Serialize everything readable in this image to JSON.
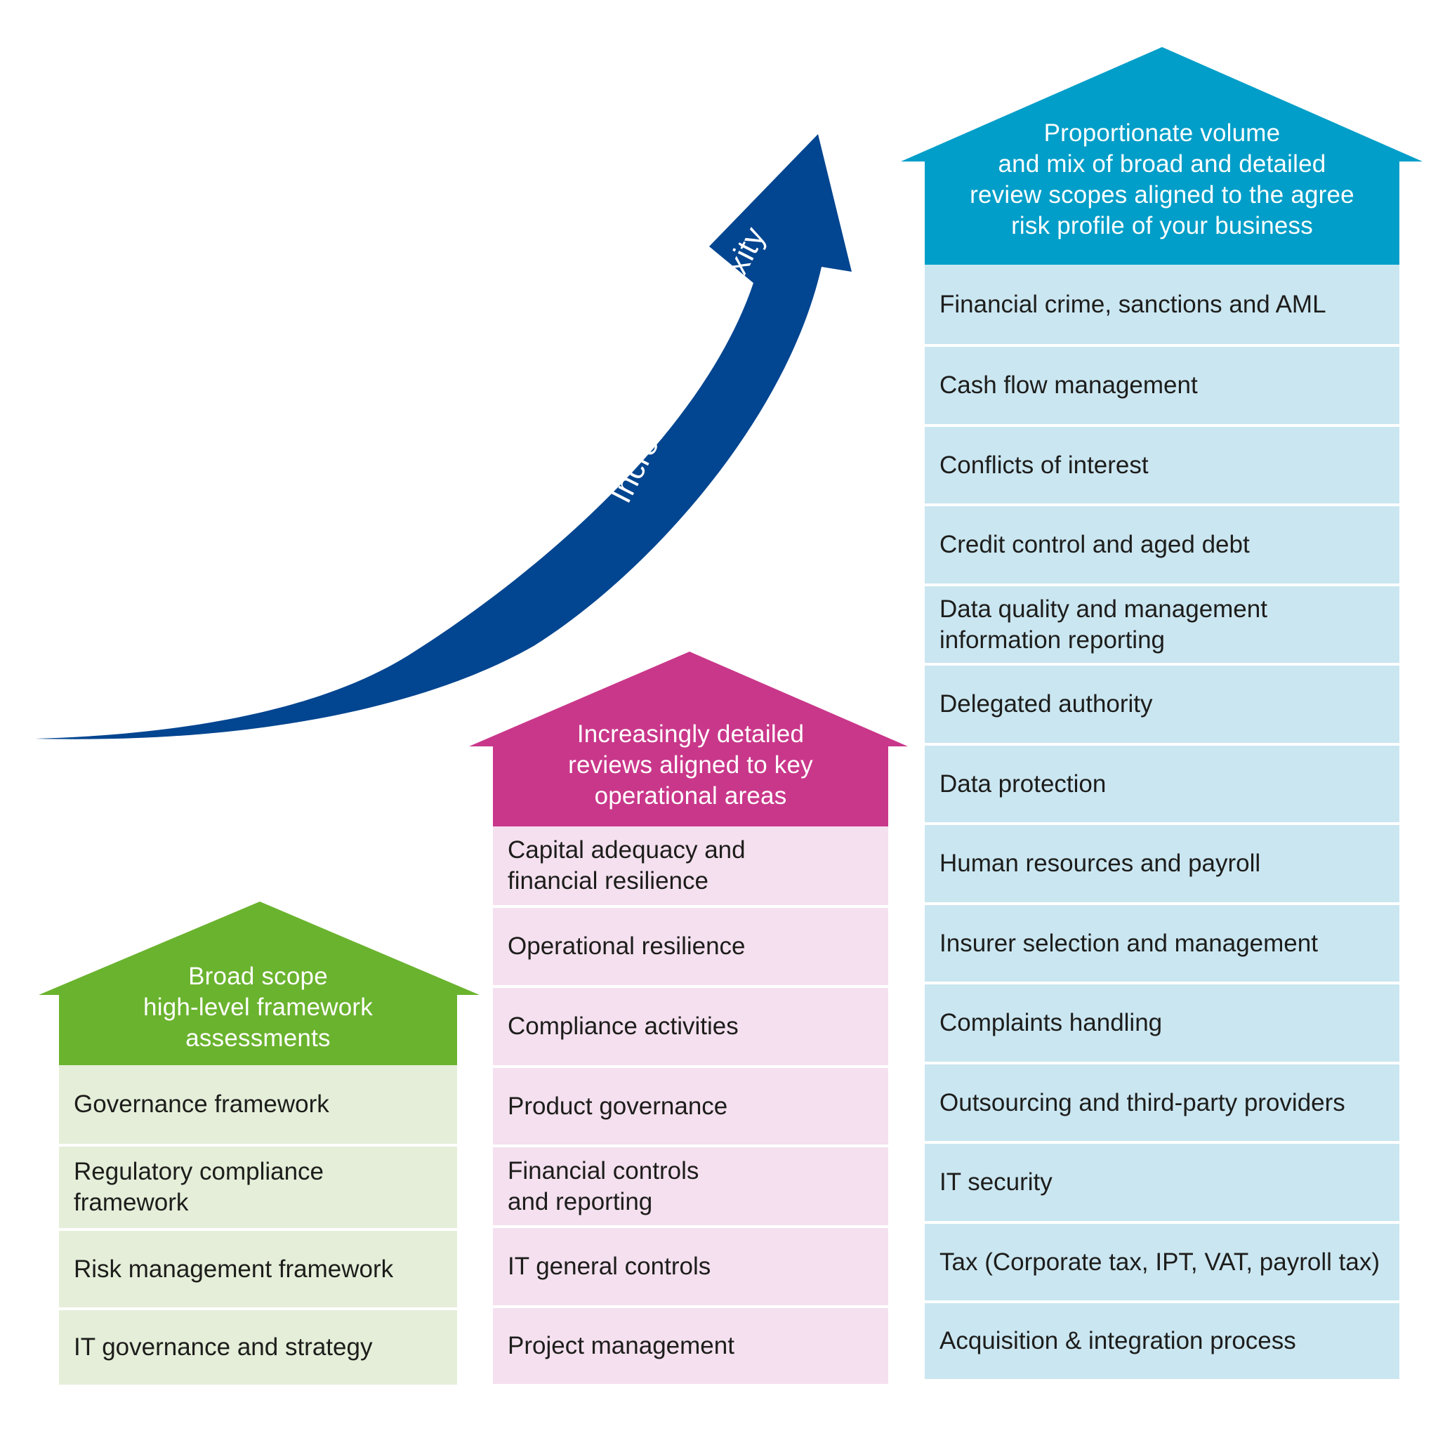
{
  "arrow": {
    "label": "Increasing complexity",
    "color": "#024590"
  },
  "columns": [
    {
      "key": "broad",
      "header_lines": [
        "Broad scope",
        "high-level framework",
        "assessments"
      ],
      "header_color": "#6ab32e",
      "row_color": "#e4eed9",
      "items": [
        "Governance framework",
        "Regulatory compliance\nframework",
        "Risk management framework",
        "IT governance and strategy"
      ]
    },
    {
      "key": "detailed",
      "header_lines": [
        "Increasingly detailed",
        "reviews aligned to key",
        "operational areas"
      ],
      "header_color": "#c9378a",
      "row_color": "#f4e0ef",
      "items": [
        "Capital adequacy and\nfinancial resilience",
        "Operational resilience",
        "Compliance activities",
        "Product governance",
        "Financial controls\nand reporting",
        "IT general controls",
        "Project management"
      ]
    },
    {
      "key": "proportionate",
      "header_lines": [
        "Proportionate volume",
        "and mix of broad and detailed",
        "review scopes aligned to the agree",
        "risk profile of your business"
      ],
      "header_color": "#009ec8",
      "row_color": "#cae6f1",
      "items": [
        "Financial crime, sanctions and AML",
        "Cash flow management",
        "Conflicts of interest",
        "Credit control and aged debt",
        "Data quality and management\ninformation reporting",
        "Delegated authority",
        "Data protection",
        "Human resources and payroll",
        "Insurer selection and management",
        "Complaints handling",
        "Outsourcing and third-party providers",
        "IT security",
        "Tax (Corporate tax, IPT, VAT, payroll tax)",
        "Acquisition & integration process"
      ]
    }
  ]
}
